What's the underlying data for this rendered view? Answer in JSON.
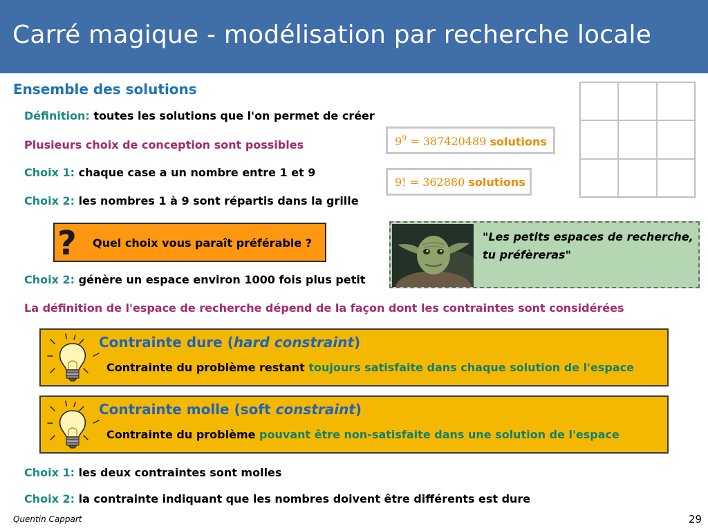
{
  "slide": {
    "title": "Carré magique - modélisation par recherche locale",
    "section_title": "Ensemble des solutions"
  },
  "lines": {
    "definition_label": "Définition:",
    "definition_text": "toutes les solutions que l'on permet de créer",
    "plusieurs": "Plusieurs choix de conception sont possibles",
    "choix1_label": "Choix 1:",
    "choix1_text": "chaque case a un nombre entre 1 et 9",
    "choix2_label": "Choix 2:",
    "choix2_text": "les nombres 1 à 9 sont répartis dans la grille",
    "choix2b_label": "Choix 2:",
    "choix2b_text": "génère un espace environ 1000 fois plus petit",
    "definition_espace": "La définition de l'espace de recherche dépend de la façon dont les contraintes sont considérées",
    "final1_label": "Choix 1:",
    "final1_text": "les deux contraintes sont molles",
    "final2_label": "Choix 2:",
    "final2_text": "la contrainte indiquant que les nombres doivent être différents est dure"
  },
  "solutions": {
    "box1_base": "9",
    "box1_exp": "9",
    "box1_eq": " = 387420489",
    "box1_word": "solutions",
    "box2_math": "9! = 362880",
    "box2_word": "solutions"
  },
  "question": {
    "icon_glyph": "?",
    "text": "Quel choix vous paraît préférable ?"
  },
  "yoda": {
    "quote": "\"Les petits espaces de recherche, tu préfèreras\""
  },
  "hard_constraint": {
    "title_start": "Contrainte dure (",
    "title_italic": "hard constraint",
    "title_end": ")",
    "body_black": "Contrainte du problème restant",
    "body_green": "toujours satisfaite dans chaque solution de l'espace"
  },
  "soft_constraint": {
    "title_start": "Contrainte molle (soft ",
    "title_italic": "constraint",
    "title_end": ")",
    "body_black": "Contrainte du problème",
    "body_green": "pouvant être non-satisfaite dans une solution de l'espace"
  },
  "footer": {
    "author": "Quentin Cappart",
    "page": "29"
  },
  "colors": {
    "title_bar": "#3f6ea8",
    "teal": "#1b8a83",
    "magenta": "#a22a6f",
    "orange": "#ee8a00",
    "constraint_box": "#f5b800",
    "question_box": "#ff9711",
    "quote_box": "#b5d6b2"
  },
  "icons": {
    "question": "question-mark-icon",
    "bulb": "lightbulb-icon"
  }
}
